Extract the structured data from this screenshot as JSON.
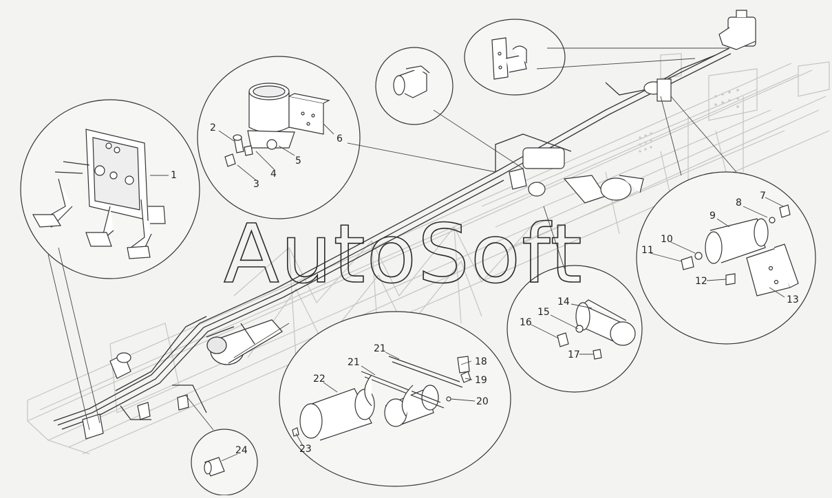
{
  "watermark": "AutoSoft",
  "callouts": {
    "c1": "1",
    "c2": "2",
    "c3": "3",
    "c4": "4",
    "c5": "5",
    "c6": "6",
    "c7": "7",
    "c8": "8",
    "c9": "9",
    "c10": "10",
    "c11": "11",
    "c12": "12",
    "c13": "13",
    "c14": "14",
    "c15": "15",
    "c16": "16",
    "c17": "17",
    "c18": "18",
    "c19": "19",
    "c20": "20",
    "c21a": "21",
    "c21b": "21",
    "c22": "22",
    "c23": "23",
    "c24": "24"
  }
}
